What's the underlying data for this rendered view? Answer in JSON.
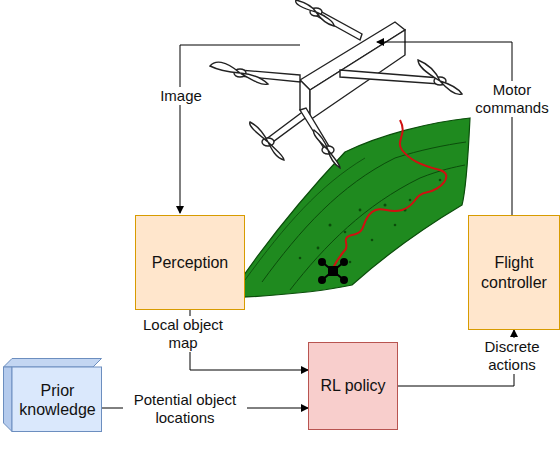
{
  "diagram": {
    "nodes": [
      {
        "text": [
          "Perception"
        ]
      },
      {
        "text": [
          "Flight controller"
        ]
      },
      {
        "text": [
          "RL policy"
        ]
      },
      {
        "text": [
          "Prior knowledge"
        ]
      }
    ],
    "edges": [
      {
        "from": 0,
        "to": 2,
        "label": "Local object map",
        "arrow": "to"
      },
      {
        "from": 3,
        "to": 2,
        "label": "Potential object locations",
        "arrow": "to"
      },
      {
        "from": 2,
        "to": 1,
        "label": "Discrete actions",
        "arrow": "to"
      }
    ],
    "labels": [
      "Image",
      "Motor commands"
    ]
  }
}
